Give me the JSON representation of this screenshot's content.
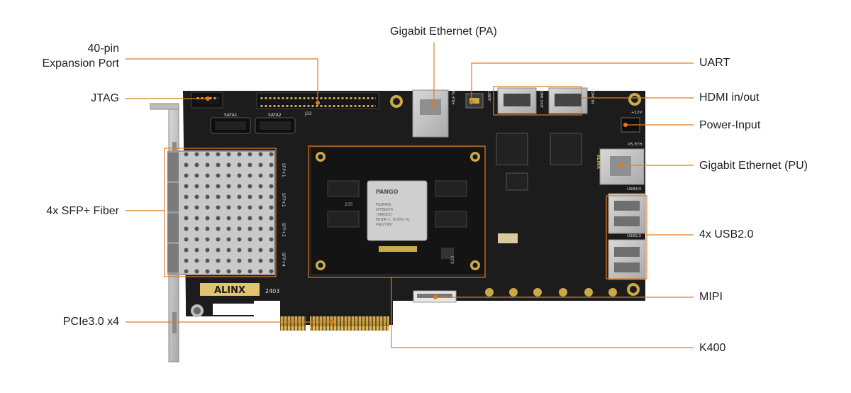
{
  "labels": {
    "pin40_line1": "40-pin",
    "pin40_line2": "Expansion Port",
    "jtag": "JTAG",
    "sfp": "4x SFP+ Fiber",
    "pcie": "PCIe3.0 x4",
    "gbe_pa": "Gigabit Ethernet (PA)",
    "uart": "UART",
    "hdmi": "HDMI in/out",
    "power": "Power-Input",
    "gbe_pu": "Gigabit Ethernet (PU)",
    "usb": "4x USB2.0",
    "mipi": "MIPI",
    "k400": "K400"
  },
  "board": {
    "brand": "ALINX",
    "brand_vertical": "ALINX",
    "chip_brand": "PANGO",
    "chip_lines": [
      "PG2K400",
      "6FFBG676",
      "(ORKGE2)",
      "KB1HK-C R1E08-01",
      "PA02790C"
    ],
    "serial": "2403",
    "silk_sata1": "SATA1",
    "silk_sata2": "SATA2",
    "silk_j33": "J33",
    "silk_pl_eth": "PL ETH",
    "silk_ps_eth": "PS ETH",
    "silk_uart": "UART",
    "silk_hdmi_out": "HDMI OUT",
    "silk_hdmi_in": "HDMI IN",
    "silk_12v": "+12V",
    "silk_usb34": "USB3/4",
    "silk_usb12": "USB1/2",
    "silk_sfp": [
      "SFP+1",
      "SFP+2",
      "SFP+3",
      "SFP+4"
    ],
    "silk_235": "235",
    "silk_bottom": "820"
  },
  "colors": {
    "callout": "#e07b22",
    "board": "#1c1c1c",
    "text": "#222222"
  }
}
